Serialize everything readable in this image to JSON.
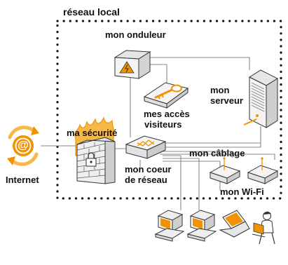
{
  "labels": {
    "reseau_local": "réseau local",
    "onduleur": "mon onduleur",
    "acces_visiteurs_1": "mes accès",
    "acces_visiteurs_2": "visiteurs",
    "serveur_1": "mon",
    "serveur_2": "serveur",
    "securite": "ma sécurité",
    "cablage": "mon câblage",
    "coeur_1": "mon coeur",
    "coeur_2": "de réseau",
    "wifi": "mon Wi-Fi",
    "internet": "Internet",
    "at_symbol": "@"
  },
  "colors": {
    "accent": "#f39200",
    "accent_light": "#f7b84a",
    "outline": "#333333",
    "line": "#8a8a8a",
    "device_fill": "#f4f4f4",
    "device_side": "#d9d9d9"
  },
  "icons": {
    "internet": "internet-at-icon",
    "firewall": "firewall-icon",
    "ups": "ups-warning-icon",
    "key": "visitor-key-icon",
    "server": "server-tower-icon",
    "switch": "network-switch-icon",
    "access_point": "wifi-access-point-icon",
    "desktop": "desktop-computer-icon",
    "laptop": "laptop-icon",
    "user": "user-at-computer-icon"
  }
}
